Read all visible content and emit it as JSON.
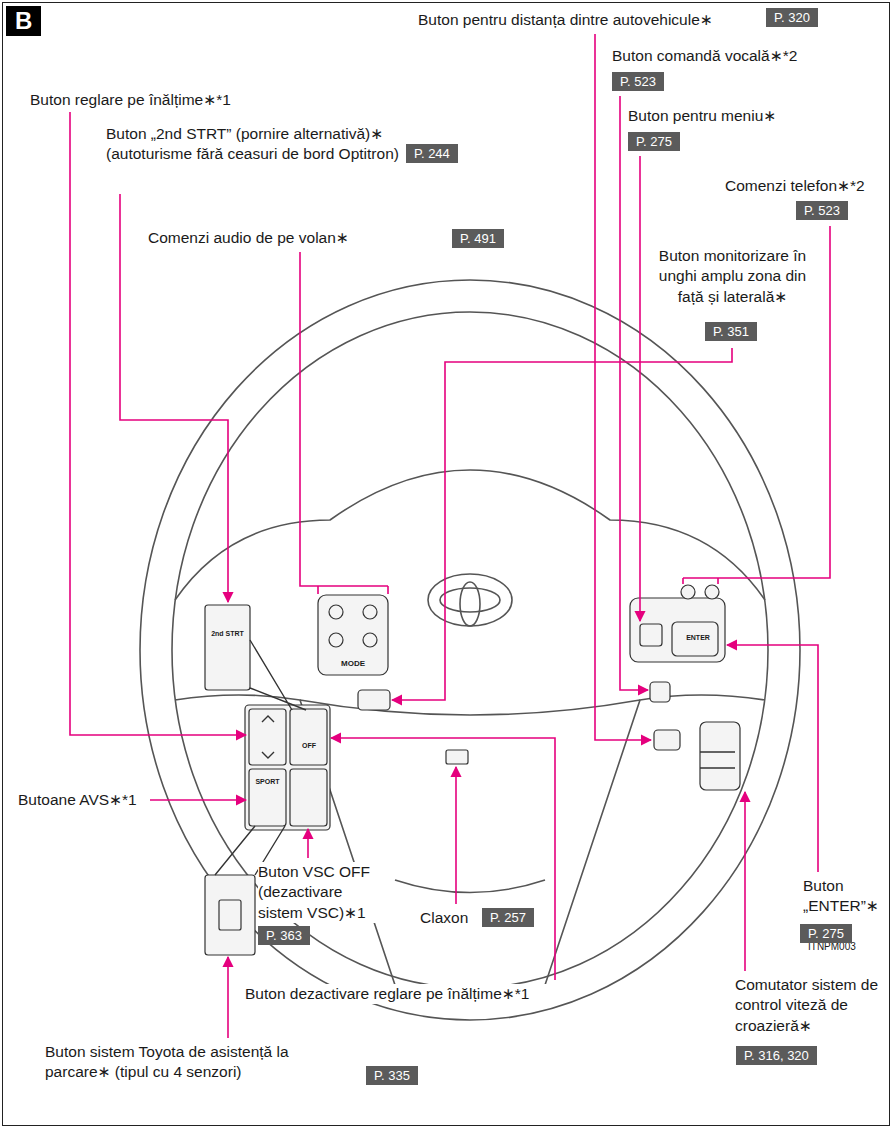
{
  "diagram": {
    "nodes": [
      {
        "text": [
          "B"
        ]
      },
      {
        "text": [
          "P. 320"
        ]
      },
      {
        "text": [
          "P. 523"
        ]
      },
      {
        "text": [
          "P. 244"
        ]
      },
      {
        "text": [
          "P. 275"
        ]
      },
      {
        "text": [
          "P. 491"
        ]
      },
      {
        "text": [
          "P. 523"
        ]
      },
      {
        "text": [
          "P. 351"
        ]
      },
      {
        "text": [
          "P. 275"
        ]
      },
      {
        "text": [
          "P. 363"
        ]
      },
      {
        "text": [
          "P. 257"
        ]
      },
      {
        "text": [
          "P. 316, 320"
        ]
      },
      {
        "text": [
          "P. 335"
        ]
      }
    ],
    "labels": [
      "Buton pentru distanța dintre autovehicule∗",
      "Buton reglare pe înălțime∗*1",
      "Buton comandă vocală∗*2",
      "Buton „2nd STRT” (pornire alternativă)∗ (autoturisme fără ceasuri de bord Optitron)",
      "Buton pentru meniu∗",
      "Comenzi audio de pe volan∗",
      "Comenzi telefon∗*2",
      "Buton monitorizare în unghi amplu zona din față și laterală∗",
      "Butoane AVS∗*1",
      "Buton VSC OFF (dezactivare sistem VSC)∗1",
      "Claxon",
      "ITNPM003",
      "Buton dezactivare reglare pe înălțime∗*1",
      "Buton „ENTER”∗",
      "Comutator sistem de control viteză de croazieră∗",
      "Buton sistem Toyota de asistență la parcare∗ (tipul cu 4 senzori)",
      "MODE",
      "ENTER",
      "2nd STRT",
      "SPORT",
      "OFF"
    ]
  }
}
